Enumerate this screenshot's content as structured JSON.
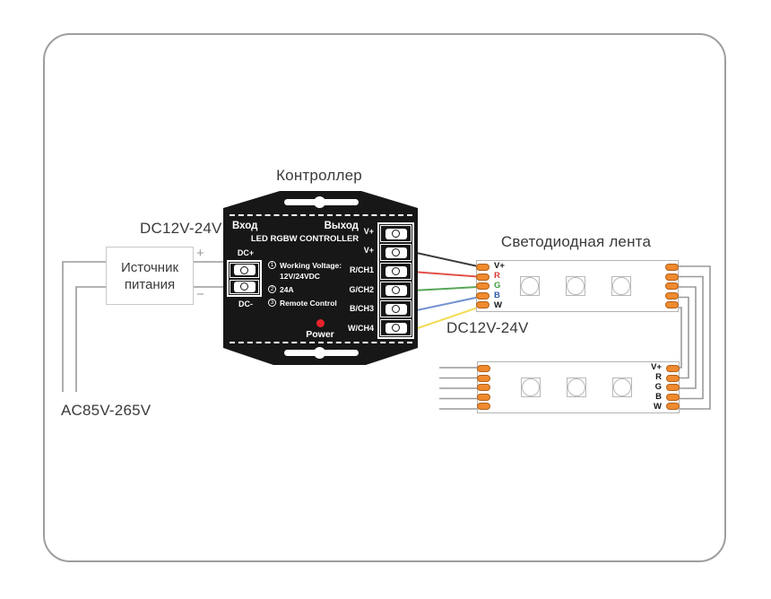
{
  "diagram": {
    "controller": {
      "title": "Контроллер",
      "voltage_label": "DC12V-24V",
      "input_label": "Вход",
      "output_label": "Выход",
      "model": "LED RGBW CONTROLLER",
      "dc_plus_label": "DC+",
      "dc_minus_label": "DC-",
      "specs": [
        {
          "num": "1",
          "line1": "Working Voltage:",
          "line2": "12V/24VDC"
        },
        {
          "num": "2",
          "line1": "24A"
        },
        {
          "num": "3",
          "line1": "Remote Control"
        }
      ],
      "power_label": "Power",
      "output_terminals": [
        {
          "label": "V+"
        },
        {
          "label": "V+"
        },
        {
          "label": "R/CH1"
        },
        {
          "label": "G/CH2"
        },
        {
          "label": "B/CH3"
        },
        {
          "label": "W/CH4"
        }
      ]
    },
    "power_supply": {
      "label_line1": "Источник",
      "label_line2": "питания",
      "plus": "+",
      "minus": "−",
      "ac_input_label": "AC85V-265V"
    },
    "led_strips": {
      "title": "Светодиодная лента",
      "voltage_label": "DC12V-24V",
      "strip1_pads": [
        {
          "label": "V+"
        },
        {
          "label": "R"
        },
        {
          "label": "G"
        },
        {
          "label": "B"
        },
        {
          "label": "W"
        }
      ],
      "strip2_pads": [
        {
          "label": "V+"
        },
        {
          "label": "R"
        },
        {
          "label": "G"
        },
        {
          "label": "B"
        },
        {
          "label": "W"
        }
      ]
    },
    "colors": {
      "frame_border": "#9e9e9e",
      "controller_body": "#171717",
      "power_led": "#e8232b",
      "solder_pad": "#f08a2f",
      "solder_pad_border": "#b06019",
      "pad_label_red": "#d43a34",
      "pad_label_green": "#3f9b3f",
      "pad_label_blue": "#2d59a8",
      "wire_vplus": "#3b3b3b",
      "wire_red": "#e2504a",
      "wire_green": "#57a757",
      "wire_blue": "#7191cf",
      "wire_white_channel": "#f2dc55",
      "wire_gray": "#9a9a9a"
    }
  }
}
